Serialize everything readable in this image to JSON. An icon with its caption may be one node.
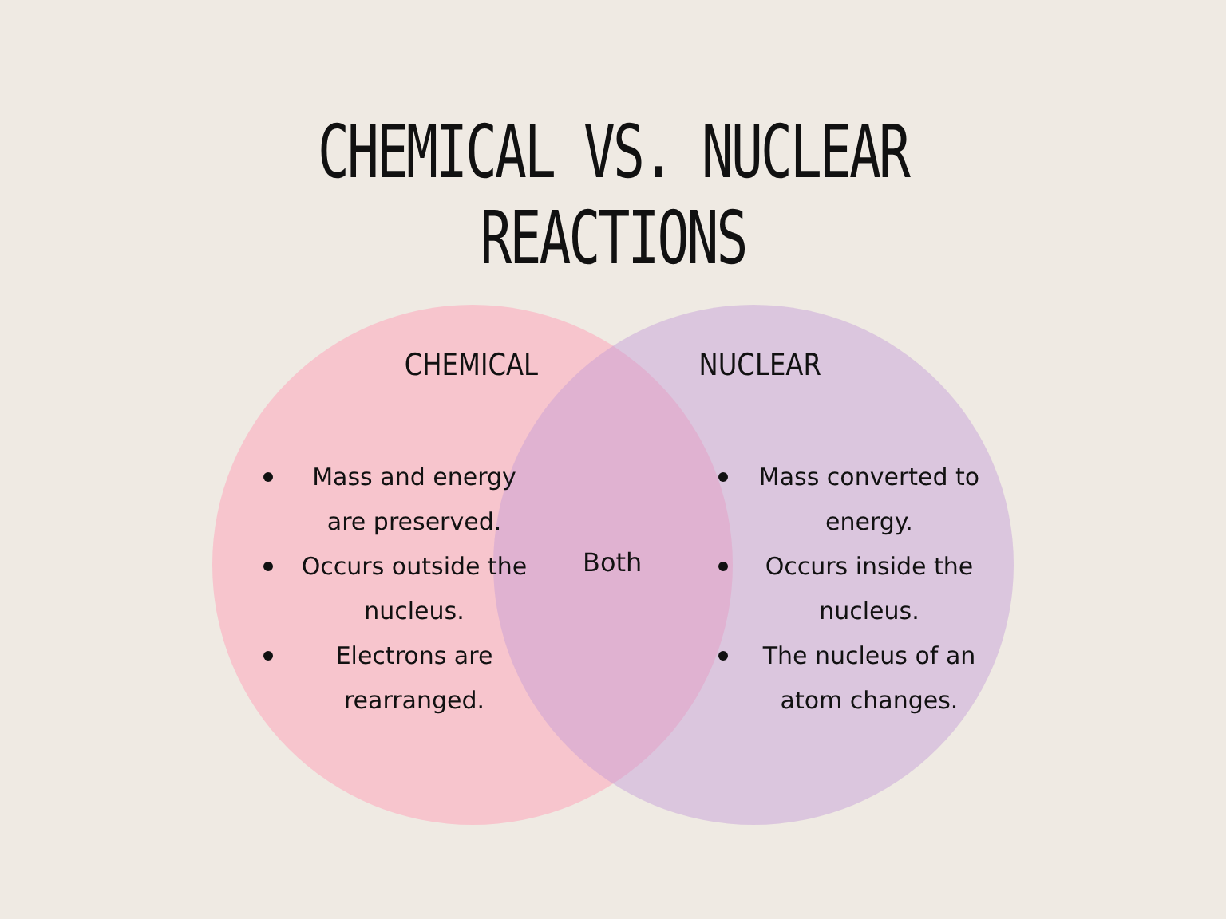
{
  "diagram": {
    "title": "CHEMICAL VS. NUCLEAR REACTIONS",
    "nodes": [
      {
        "text": [
          "CHEMICAL",
          "Mass and energy are preserved.",
          "Occurs outside the nucleus.",
          "Electrons are rearranged."
        ]
      },
      {
        "text": [
          "NUCLEAR",
          "Mass converted to energy.",
          "Occurs inside the nucleus.",
          "The nucleus of an atom changes."
        ]
      }
    ],
    "edges": [],
    "labels": [
      "Both"
    ]
  }
}
